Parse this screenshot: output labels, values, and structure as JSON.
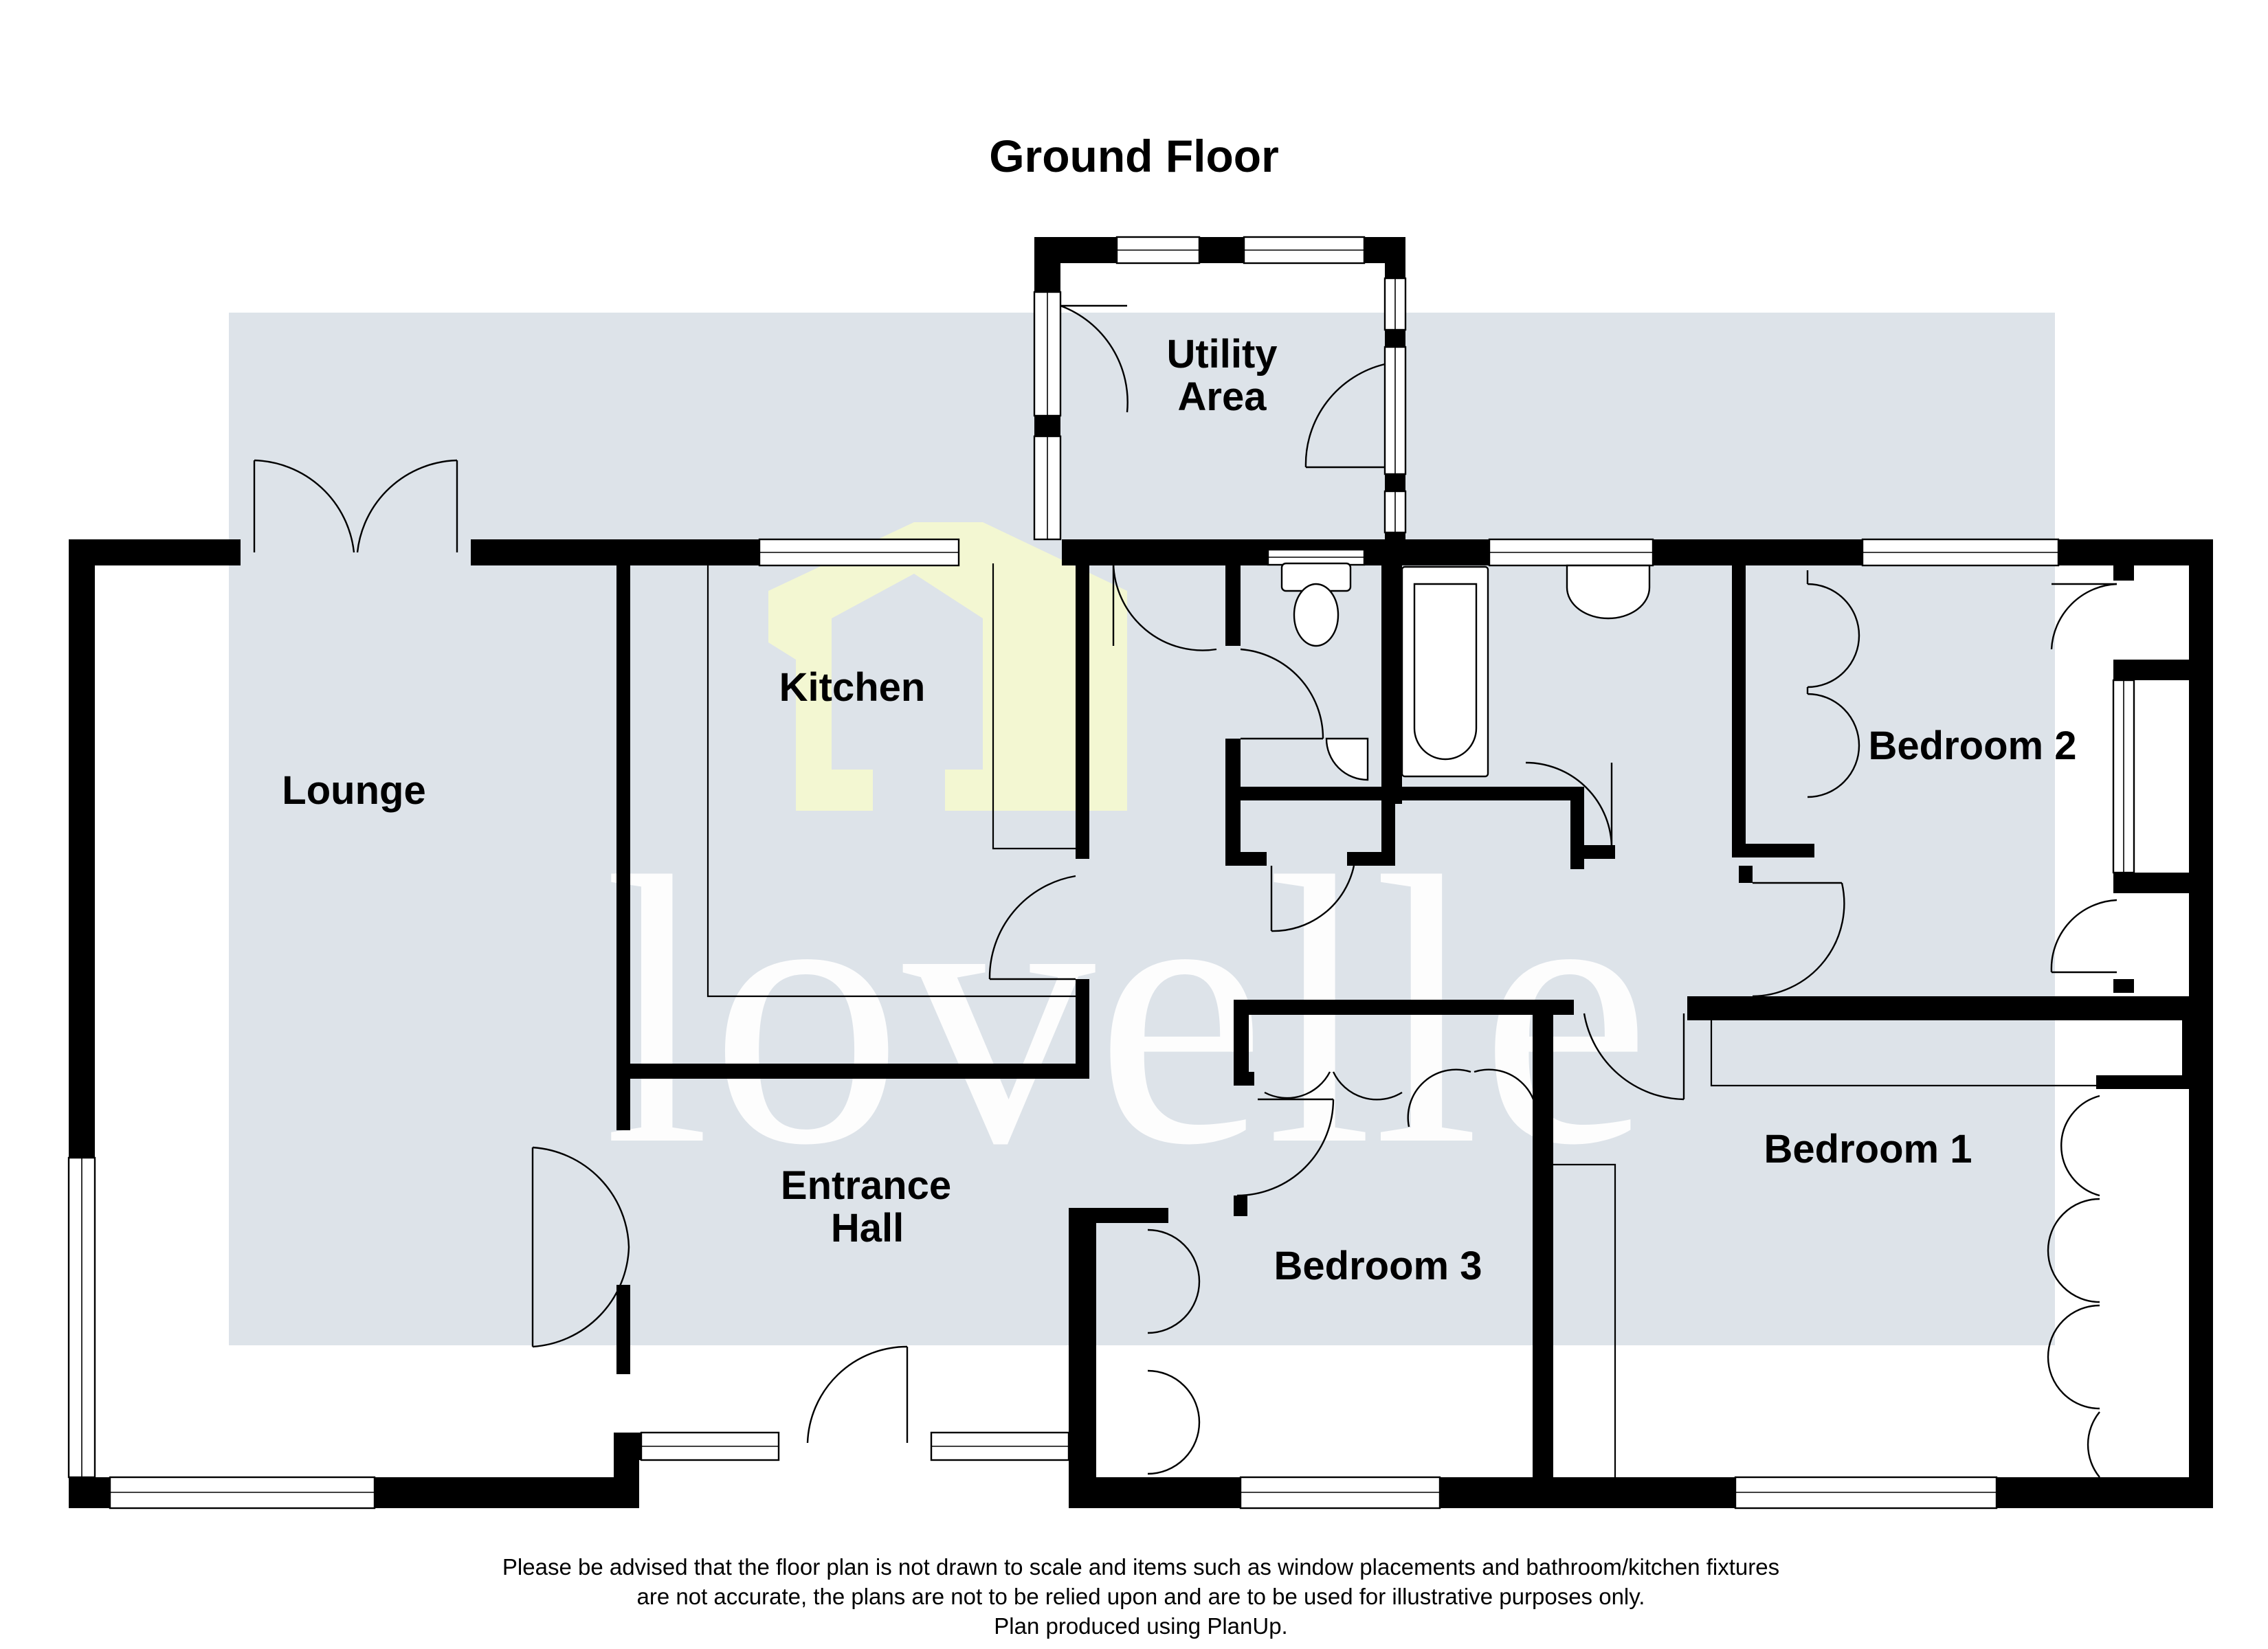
{
  "plan": {
    "title": "Ground Floor",
    "rooms": {
      "lounge": "Lounge",
      "kitchen": "Kitchen",
      "utility": [
        "Utility",
        "Area"
      ],
      "bedroom2": "Bedroom 2",
      "bedroom1": "Bedroom 1",
      "bedroom3": "Bedroom 3",
      "hall": [
        "Entrance",
        "Hall"
      ]
    },
    "watermark": "lovelle",
    "disclaimer": [
      "Please be advised that the floor plan is not drawn to scale and items such as window placements and bathroom/kitchen fixtures",
      "are not accurate, the plans are not to be relied upon and are to be used for illustrative purposes only.",
      "Plan produced using PlanUp."
    ]
  },
  "colors": {
    "background": "#ffffff",
    "walls": "#000000",
    "floor_shading": "#dde3e9",
    "watermark_letters": "#ffffff",
    "watermark_house_logo": "#f3f7d2"
  }
}
